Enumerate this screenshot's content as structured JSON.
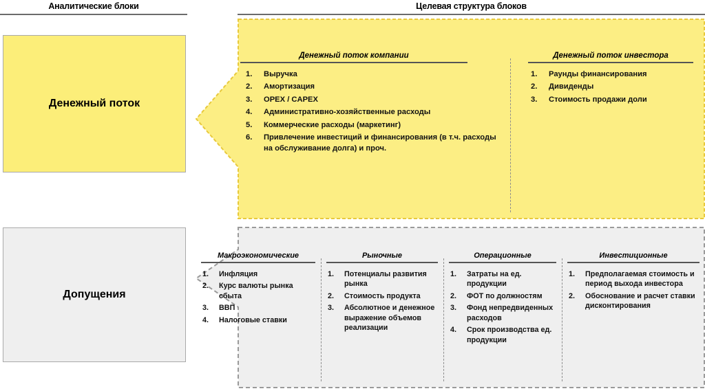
{
  "headers": {
    "left": "Аналитические блоки",
    "right": "Целевая структура блоков"
  },
  "analytic_blocks": [
    {
      "label": "Денежный поток",
      "color": "#FCEE79"
    },
    {
      "label": "Допущения",
      "color": "#EFEFEF"
    }
  ],
  "cashflow_panel": {
    "fill": "#FCEE84",
    "border": "#E8C93C",
    "columns": [
      {
        "title": "Денежный поток компании",
        "items": [
          "Выручка",
          "Амортизация",
          "OPEX / CAPEX",
          "Административно-хозяйственные расходы",
          "Коммерческие расходы (маркетинг)",
          "Привлечение инвестиций и финансирования (в т.ч. расходы на обслуживание долга) и проч."
        ]
      },
      {
        "title": "Денежный поток инвестора",
        "items": [
          "Раунды финансирования",
          "Дивиденды",
          "Стоимость продажи доли"
        ]
      }
    ]
  },
  "assumptions_panel": {
    "fill": "#EFEFEF",
    "border": "#9A9A9A",
    "columns": [
      {
        "title": "Макроэкономические",
        "items": [
          "Инфляция",
          "Курс валюты рынка сбыта",
          "ВВП",
          "Налоговые ставки"
        ]
      },
      {
        "title": "Рыночные",
        "items": [
          "Потенциалы развития рынка",
          "Стоимость продукта",
          "Абсолютное и денежное выражение объемов реализации"
        ]
      },
      {
        "title": "Операционные",
        "items": [
          "Затраты на ед. продукции",
          "ФОТ по должностям",
          "Фонд непредвиденных расходов",
          "Срок производства ед. продукции"
        ]
      },
      {
        "title": "Инвестиционные",
        "items": [
          "Предполагаемая стоимость и период выхода инвестора",
          "Обоснование и расчет ставки дисконтирования"
        ]
      }
    ]
  }
}
